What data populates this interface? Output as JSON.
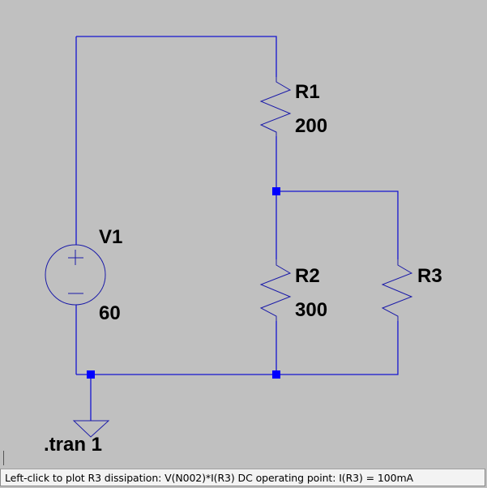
{
  "schematic": {
    "wire_color": "#0000e0",
    "junction_color": "#0000ff",
    "label_color": "#000000",
    "background_color": "#c0c0c0",
    "components": {
      "V1": {
        "name": "V1",
        "value": "60",
        "type": "voltage-source"
      },
      "R1": {
        "name": "R1",
        "value": "200",
        "type": "resistor"
      },
      "R2": {
        "name": "R2",
        "value": "300",
        "type": "resistor"
      },
      "R3": {
        "name": "R3",
        "value": "",
        "type": "resistor"
      }
    },
    "directive": ".tran 1",
    "ground": "ground"
  },
  "status_bar": {
    "text": "Left-click to plot R3 dissipation: V(N002)*I(R3)  DC operating point: I(R3) = 100mA"
  }
}
